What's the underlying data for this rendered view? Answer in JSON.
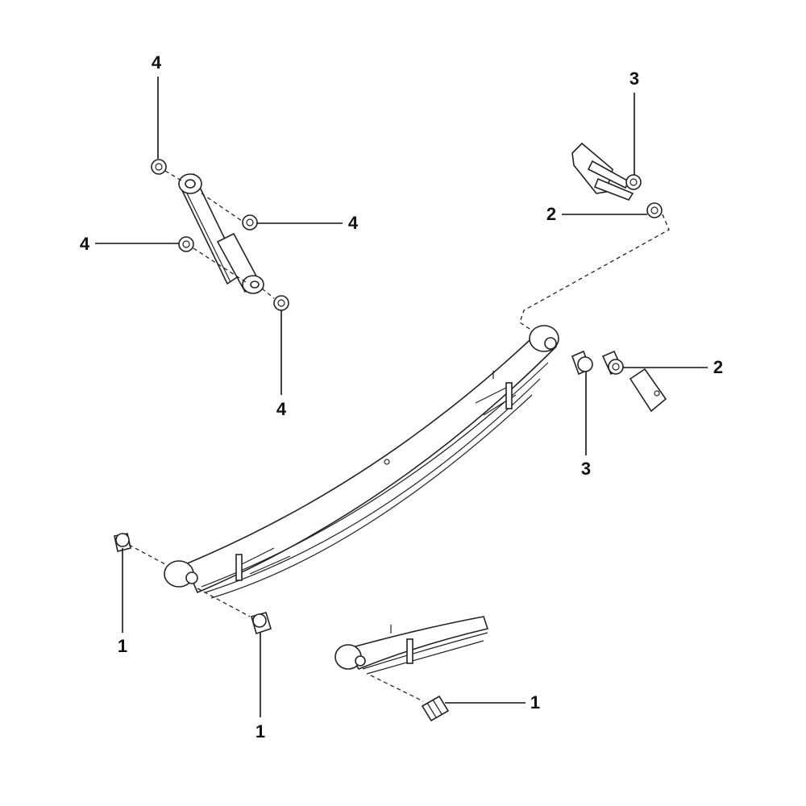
{
  "title": "Rear leaf spring and shock absorber assembly",
  "callouts": [
    {
      "id": "4a",
      "text": "4"
    },
    {
      "id": "4b",
      "text": "4"
    },
    {
      "id": "4c",
      "text": "4"
    },
    {
      "id": "4d",
      "text": "4"
    },
    {
      "id": "3a",
      "text": "3"
    },
    {
      "id": "2a",
      "text": "2"
    },
    {
      "id": "2b",
      "text": "2"
    },
    {
      "id": "3b",
      "text": "3"
    },
    {
      "id": "1a",
      "text": "1"
    },
    {
      "id": "1b",
      "text": "1"
    },
    {
      "id": "1c",
      "text": "1"
    }
  ],
  "colors": {
    "line": "#222222",
    "background": "#ffffff"
  }
}
